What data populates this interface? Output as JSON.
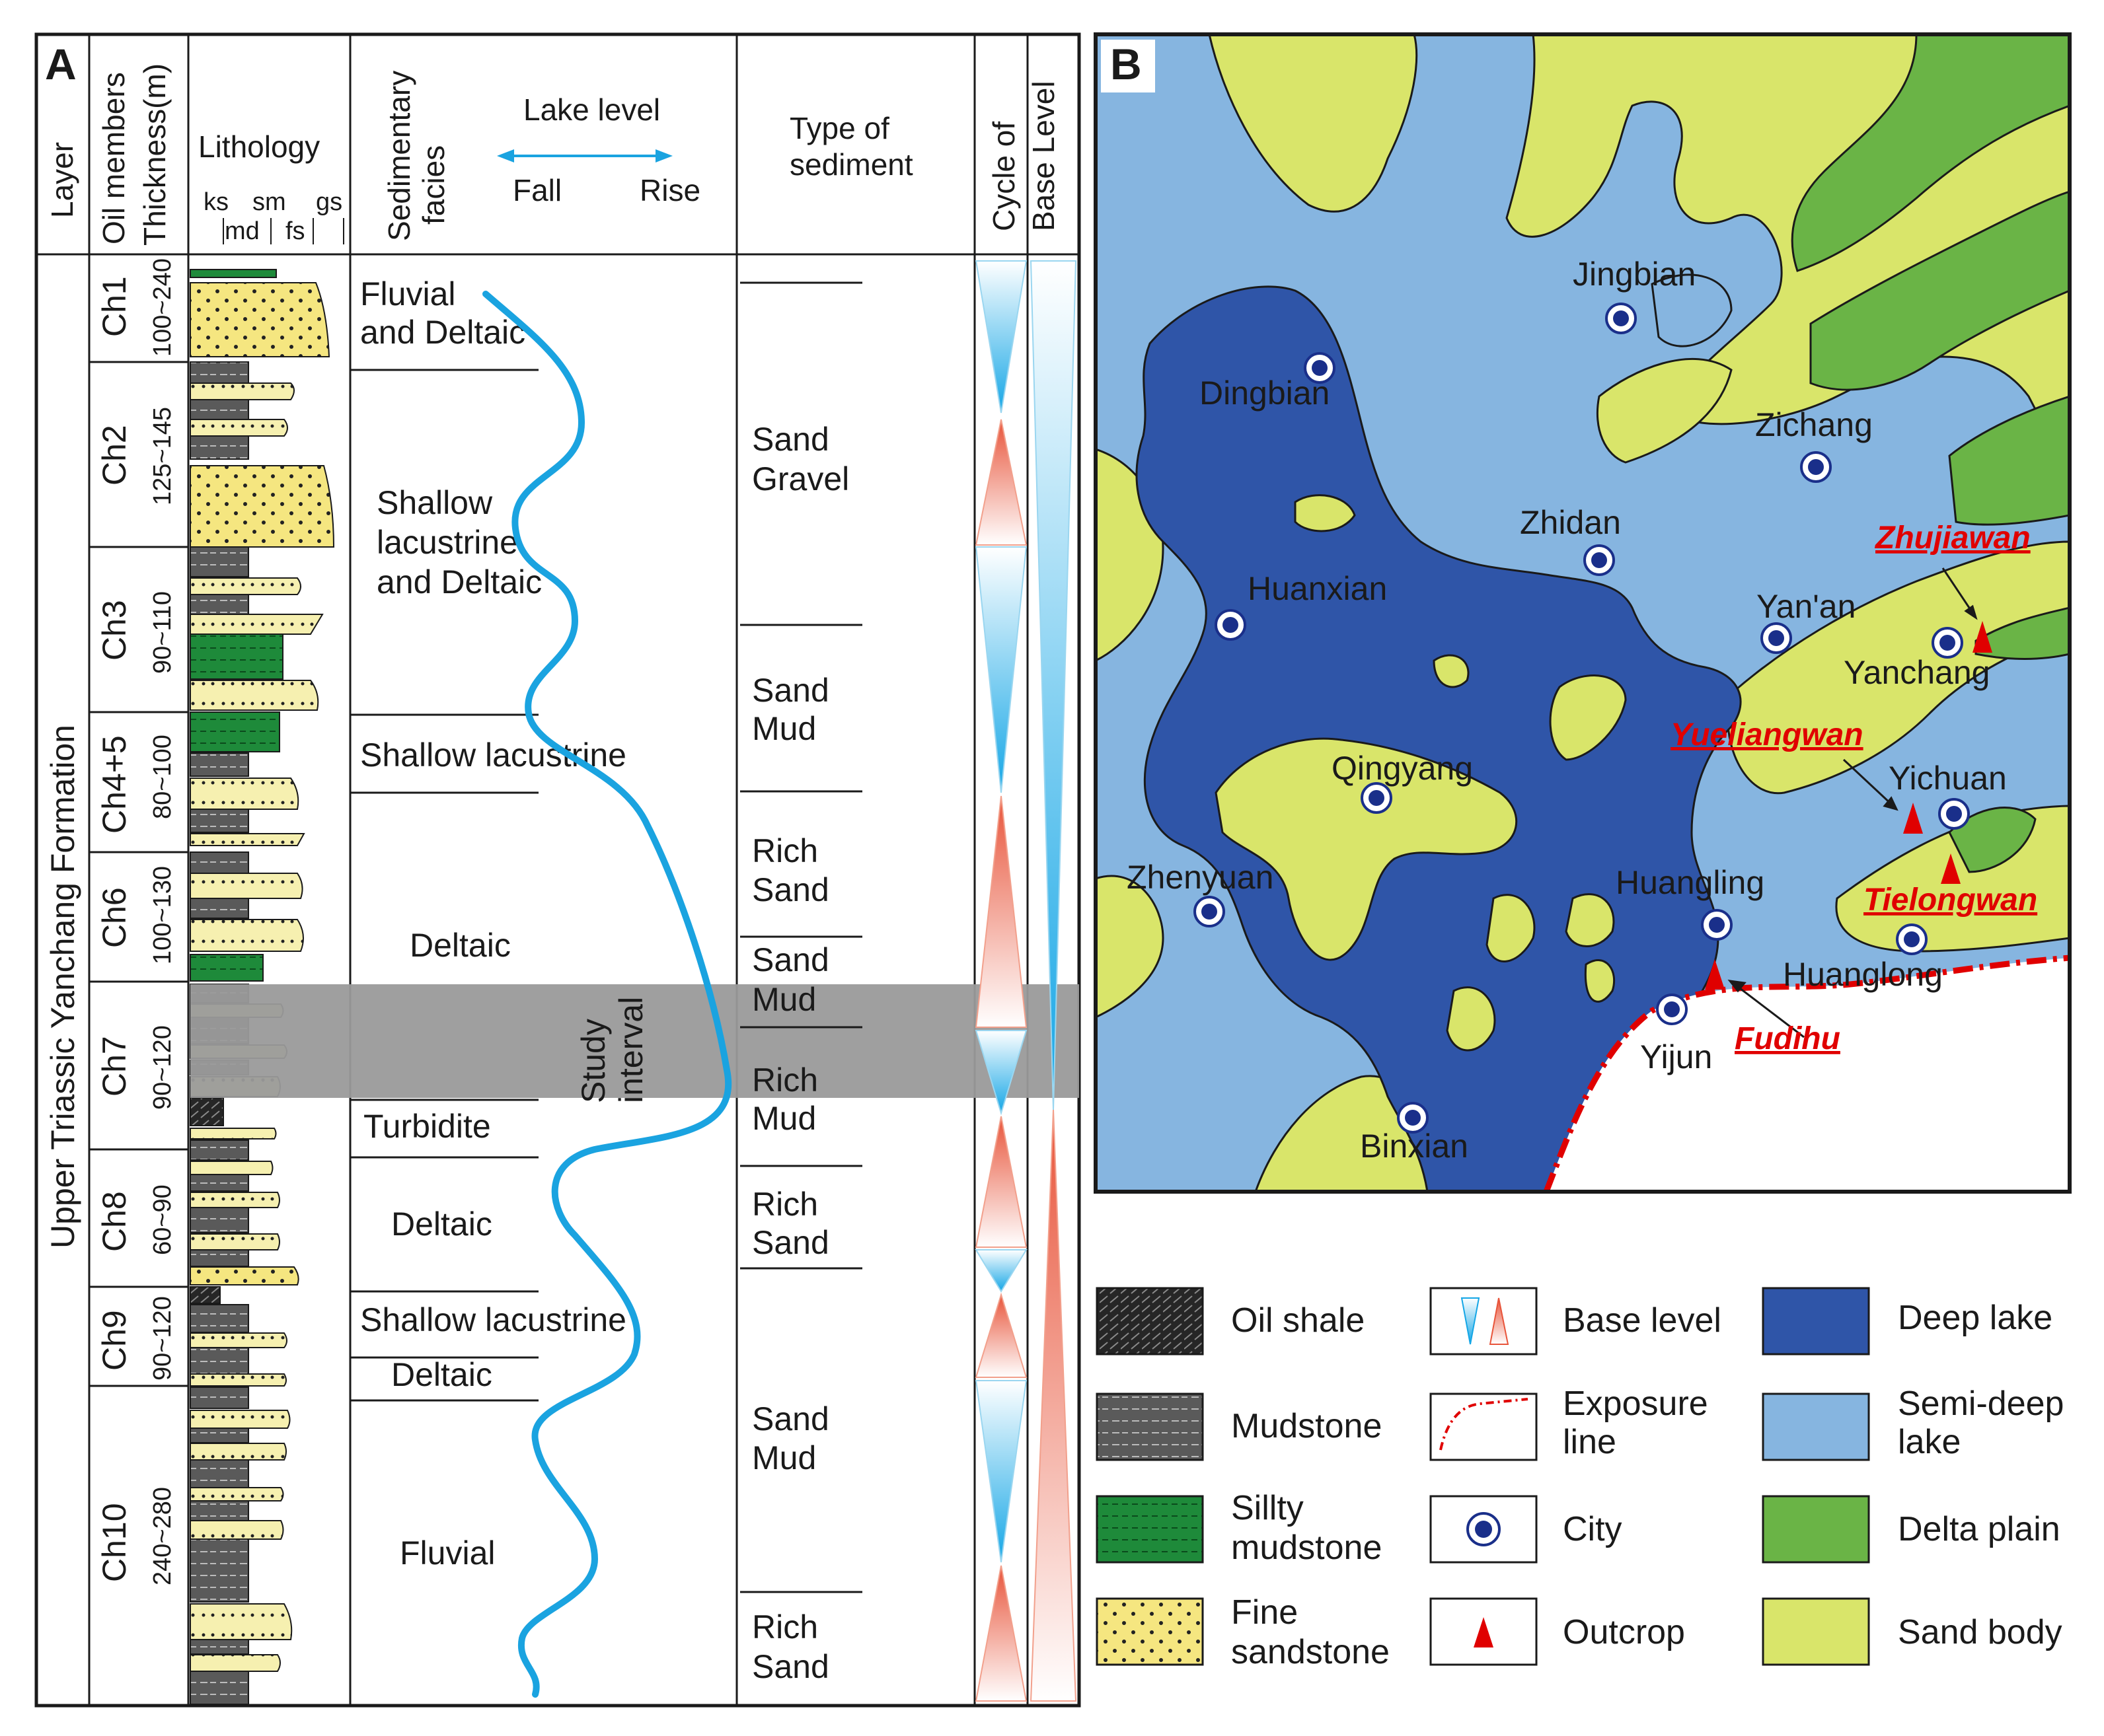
{
  "panel_a": {
    "tag": "A",
    "headers": {
      "layer": "Layer",
      "oil_members": "Oil members",
      "thickness": "Thickness(m)",
      "lithology": "Lithology",
      "lith_codes": [
        "ks",
        "md",
        "sm",
        "fs",
        "gs"
      ],
      "facies_line1": "Sedimentary",
      "facies_line2": "facies",
      "lake_level": "Lake level",
      "fall": "Fall",
      "rise": "Rise",
      "sediment_line1": "Type of",
      "sediment_line2": "sediment",
      "cycle_line1": "Cycle of",
      "cycle_line2": "Base Level"
    },
    "formation": "Upper Triassic Yanchang Formation",
    "members": [
      {
        "name": "Ch1",
        "thickness": "100~240"
      },
      {
        "name": "Ch2",
        "thickness": "125~145"
      },
      {
        "name": "Ch3",
        "thickness": "90~110"
      },
      {
        "name": "Ch4+5",
        "thickness": "80~100"
      },
      {
        "name": "Ch6",
        "thickness": "100~130"
      },
      {
        "name": "Ch7",
        "thickness": "90~120"
      },
      {
        "name": "Ch8",
        "thickness": "60~90"
      },
      {
        "name": "Ch9",
        "thickness": "90~120"
      },
      {
        "name": "Ch10",
        "thickness": "240~280"
      }
    ],
    "facies": [
      {
        "l1": "Fluvial",
        "l2": "and Deltaic"
      },
      {
        "l1": "Shallow",
        "l2": "lacustrine",
        "l3": "and Deltaic"
      },
      {
        "l1": "Shallow lacustrine"
      },
      {
        "l1": "Deltaic"
      },
      {
        "l1": "Turbidite"
      },
      {
        "l1": "Deltaic"
      },
      {
        "l1": "Shallow lacustrine"
      },
      {
        "l1": "Deltaic"
      },
      {
        "l1": "Fluvial"
      }
    ],
    "study_interval": [
      "Study",
      "interval"
    ],
    "sediments": [
      {
        "l1": "Sand",
        "l2": "Gravel"
      },
      {
        "l1": "Sand",
        "l2": "Mud"
      },
      {
        "l1": "Rich",
        "l2": "Sand"
      },
      {
        "l1": "Sand",
        "l2": "Mud"
      },
      {
        "l1": "Rich",
        "l2": "Mud"
      },
      {
        "l1": "Rich",
        "l2": "Sand"
      },
      {
        "l1": "Sand",
        "l2": "Mud"
      },
      {
        "l1": "Rich",
        "l2": "Sand"
      }
    ]
  },
  "panel_b": {
    "tag": "B",
    "cities": [
      "Jingbian",
      "Dingbian",
      "Zichang",
      "Zhidan",
      "Huanxian",
      "Yan'an",
      "Yanchang",
      "Qingyang",
      "Yichuan",
      "Zhenyuan",
      "Huangling",
      "Huanglong",
      "Yijun",
      "Binxian"
    ],
    "outcrops": [
      "Zhujiawan",
      "Yueliangwan",
      "Tielongwan",
      "Fudihu"
    ]
  },
  "legend": {
    "oil_shale": "Oil shale",
    "mudstone": "Mudstone",
    "silty_l1": "Sillty",
    "silty_l2": "mudstone",
    "fine_l1": "Fine",
    "fine_l2": "sandstone",
    "base_level": "Base level",
    "exposure_l1": "Exposure",
    "exposure_l2": "line",
    "city": "City",
    "outcrop": "Outcrop",
    "deep_lake": "Deep lake",
    "semi_l1": "Semi-deep",
    "semi_l2": "lake",
    "delta_plain": "Delta plain",
    "sand_body": "Sand body"
  },
  "colors": {
    "deep_lake": "#2f55a8",
    "semi_deep_lake": "#86b5e0",
    "delta_plain": "#6ab446",
    "sand_body": "#d9e56a",
    "lake_curve": "#1aa3e0",
    "fall_triangle": "#1aa3e0",
    "rise_triangle": "#e8543a",
    "exposure_line": "#e00000",
    "study_band": "#9a9a9a",
    "fine_sandstone": "#f5e680",
    "silty_mudstone": "#1e8a3a",
    "mudstone": "#555555"
  }
}
